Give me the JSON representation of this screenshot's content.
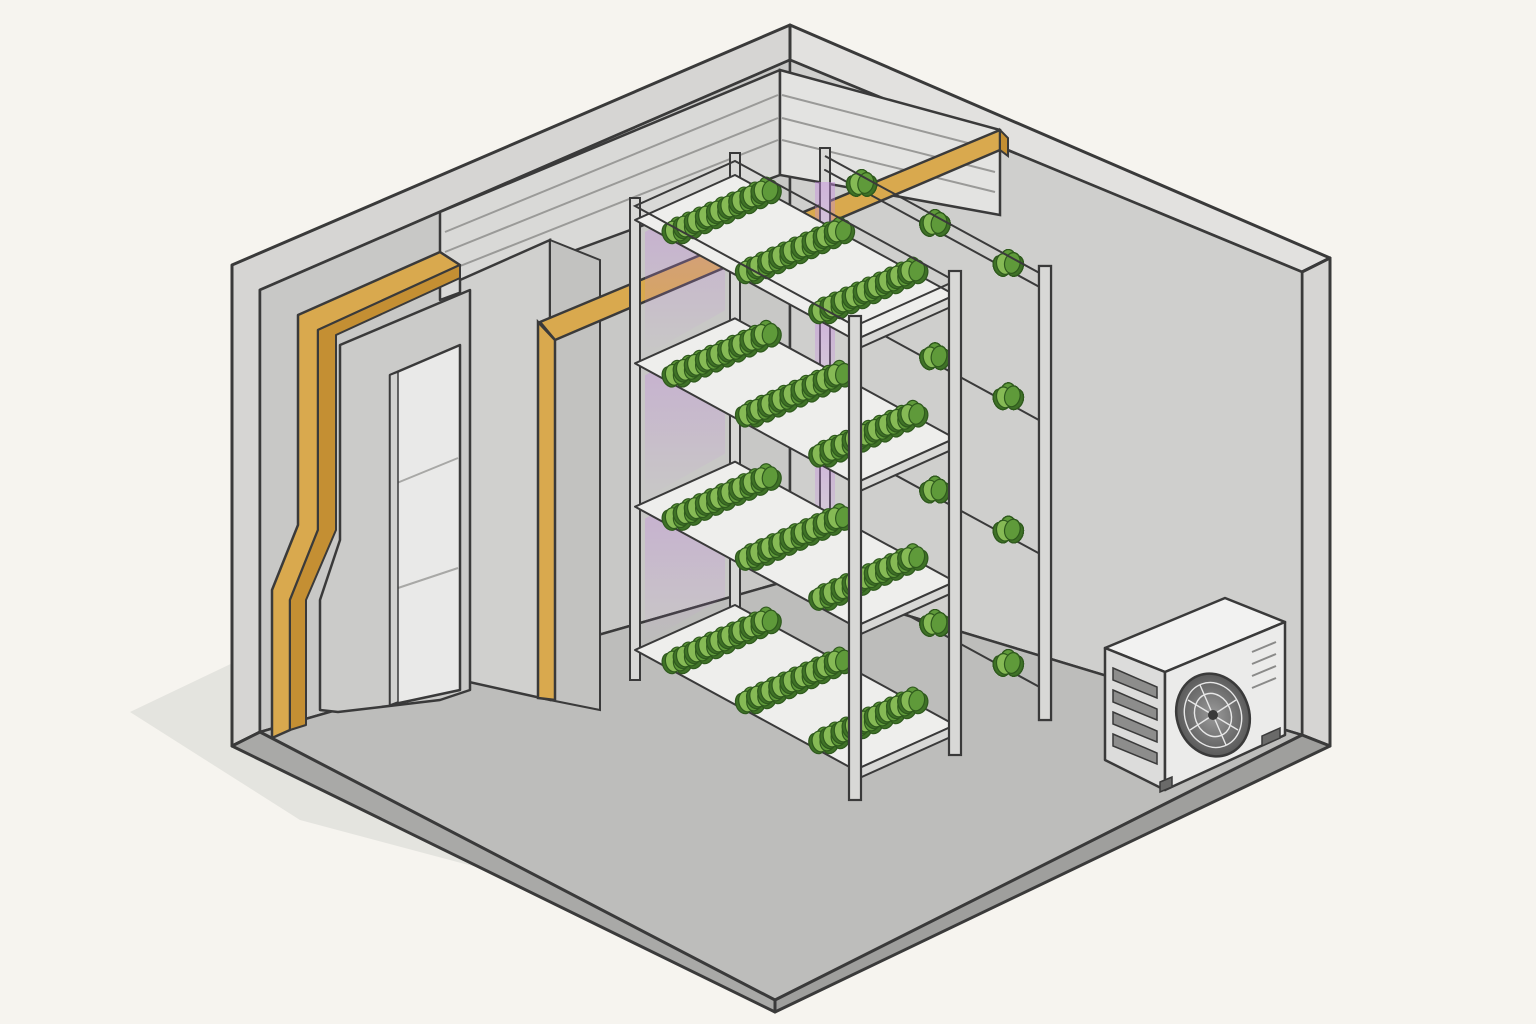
{
  "scene": {
    "subject": "isometric-cutaway-indoor-vertical-farm-room",
    "colors": {
      "background": "#f6f4ef",
      "wall": "#c9c9c7",
      "wall_light": "#d7d7d5",
      "wall_top": "#e6e5e3",
      "floor": "#b9b9b8",
      "outline": "#3a3a3a",
      "insulation": "#d9a94e",
      "insulation_dark": "#c48f33",
      "door": "#e9e9e8",
      "rack_metal": "#d8d8d6",
      "tray": "#eeeeec",
      "leaf": "#5f9a3a",
      "leaf_dark": "#3f7227",
      "leaf_light": "#86ba55",
      "grow_light": "#c58be0",
      "ac_unit": "#ebebea",
      "fan_grille": "#6b6b6b"
    },
    "objects": {
      "left_wall": "left-wall",
      "back_wall": "back-wall",
      "floor": "floor",
      "insulation": "insulation-panel",
      "door": "walk-in-door",
      "front_rack": "front-grow-rack",
      "back_rack": "back-grow-rack",
      "ac": "ac-condenser-unit"
    }
  }
}
